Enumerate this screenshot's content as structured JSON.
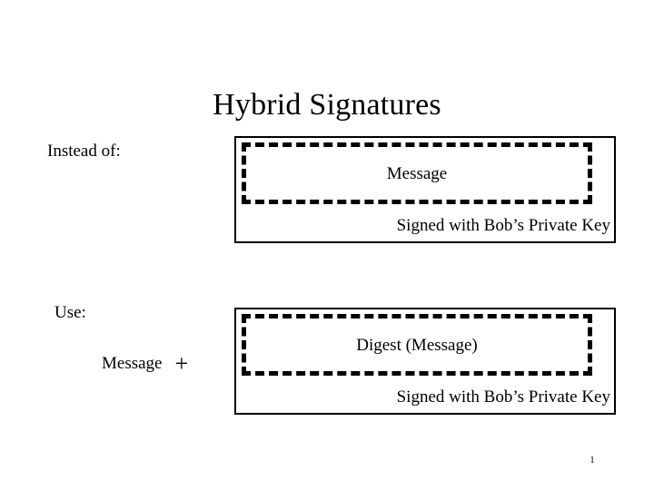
{
  "slide": {
    "title": "Hybrid Signatures",
    "page_number": "1",
    "ink_color": "#000000",
    "background_color": "#ffffff"
  },
  "sections": [
    {
      "label": "Instead of:",
      "box": {
        "payload": "Message",
        "signer_caption": "Signed with Bob’s Private Key"
      }
    },
    {
      "label": "Use:",
      "prefix": {
        "message_word": "Message",
        "plus_sign": "+"
      },
      "box": {
        "payload": "Digest (Message)",
        "signer_caption": "Signed with Bob’s Private Key"
      }
    }
  ]
}
